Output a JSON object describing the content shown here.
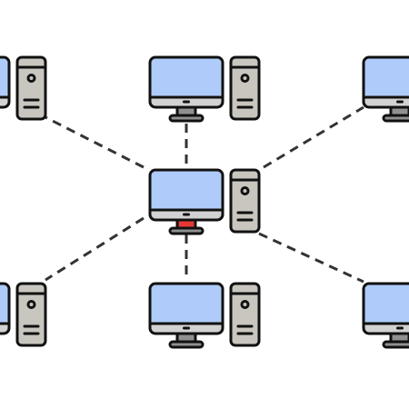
{
  "diagram": {
    "type": "star-network",
    "colors": {
      "background": "#ffffff",
      "outline": "#111111",
      "screen": "#aecbfa",
      "monitor_bezel": "#d2d2d2",
      "stand": "#8f9190",
      "tower": "#c8c6bf",
      "hub_accent": "#e53935",
      "link": "#333333"
    },
    "icons": {
      "workstation": "desktop-computer-icon",
      "hub": "central-computer-hub-icon"
    },
    "link_style": "dashed",
    "hub": {
      "id": "hub"
    },
    "nodes": [
      {
        "id": "top-left"
      },
      {
        "id": "top-center"
      },
      {
        "id": "top-right"
      },
      {
        "id": "bottom-left"
      },
      {
        "id": "bottom-center"
      },
      {
        "id": "bottom-right"
      }
    ],
    "links": [
      {
        "from": "hub",
        "to": "top-left"
      },
      {
        "from": "hub",
        "to": "top-center"
      },
      {
        "from": "hub",
        "to": "top-right"
      },
      {
        "from": "hub",
        "to": "bottom-left"
      },
      {
        "from": "hub",
        "to": "bottom-center"
      },
      {
        "from": "hub",
        "to": "bottom-right"
      }
    ]
  }
}
